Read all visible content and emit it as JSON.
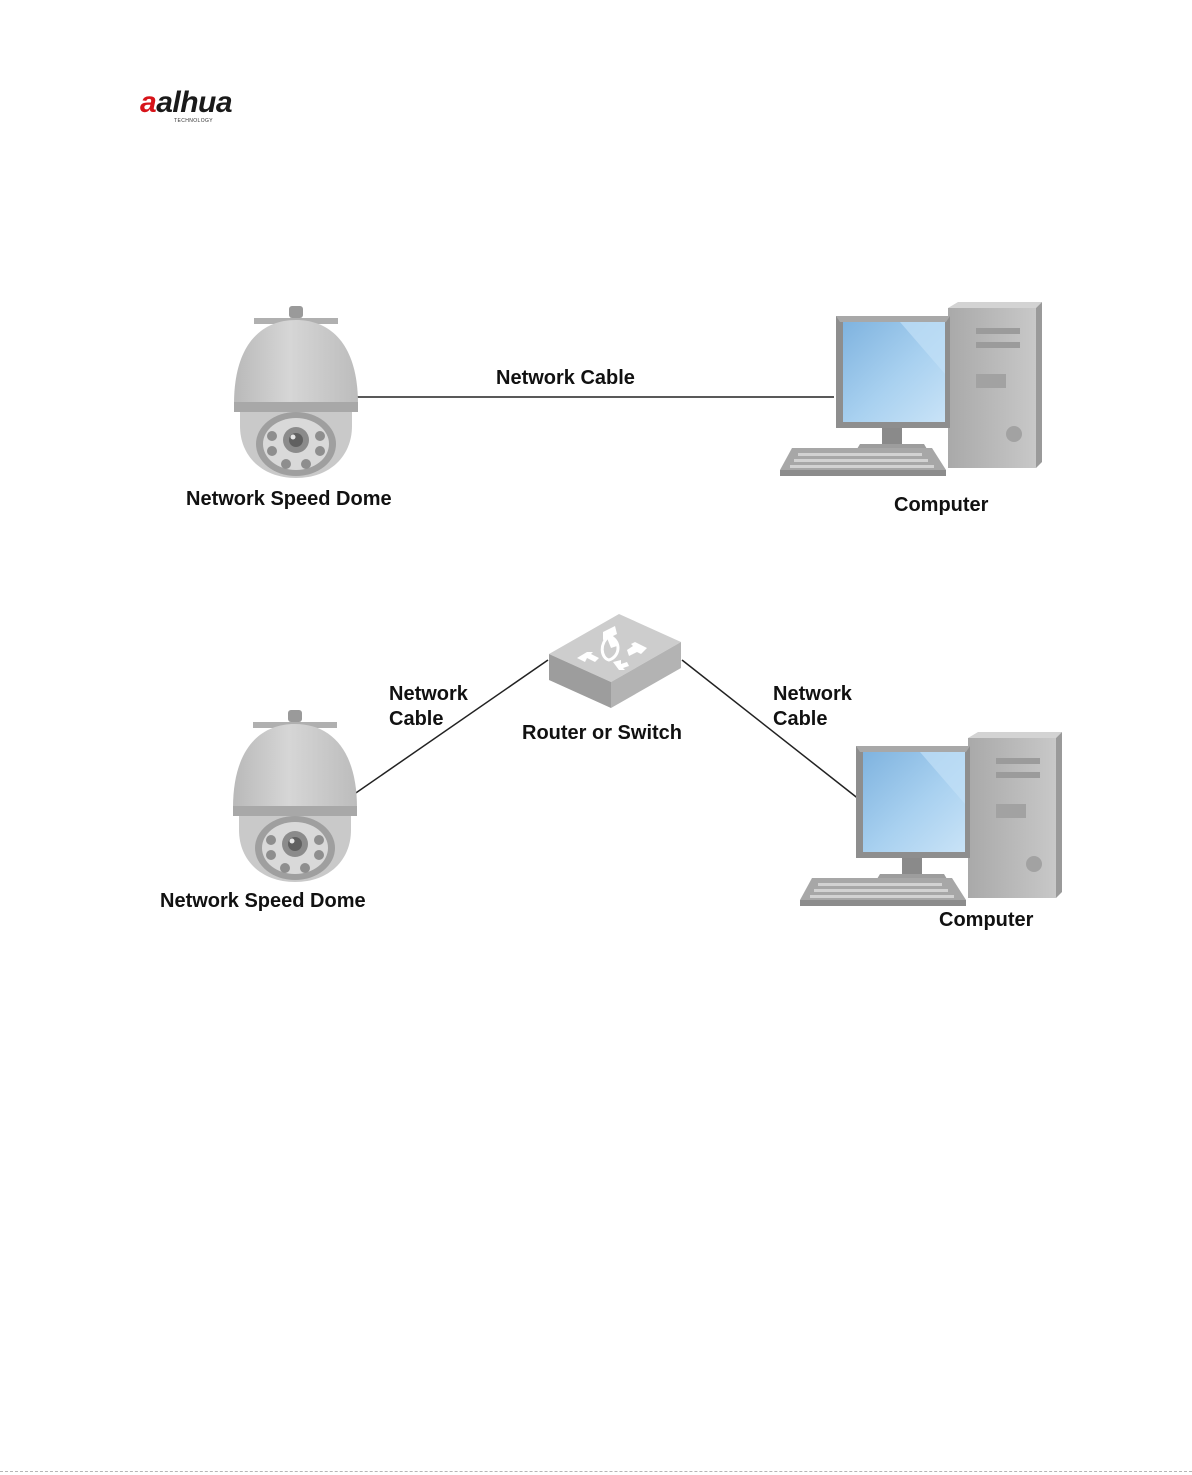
{
  "header": {
    "logo_text": "alhua",
    "logo_tagline": "TECHNOLOGY"
  },
  "diagram_1": {
    "camera_label": "Network Speed Dome",
    "cable_label": "Network Cable",
    "computer_label": "Computer"
  },
  "diagram_2": {
    "camera_label": "Network Speed Dome",
    "left_cable_line1": "Network",
    "left_cable_line2": "Cable",
    "switch_label": "Router or Switch",
    "right_cable_line1": "Network",
    "right_cable_line2": "Cable",
    "computer_label": "Computer"
  },
  "colors": {
    "brand_red": "#d7141a",
    "device_gray": "#c2c2c2",
    "screen_blue": "#9ec9ec",
    "cable": "#222222"
  }
}
